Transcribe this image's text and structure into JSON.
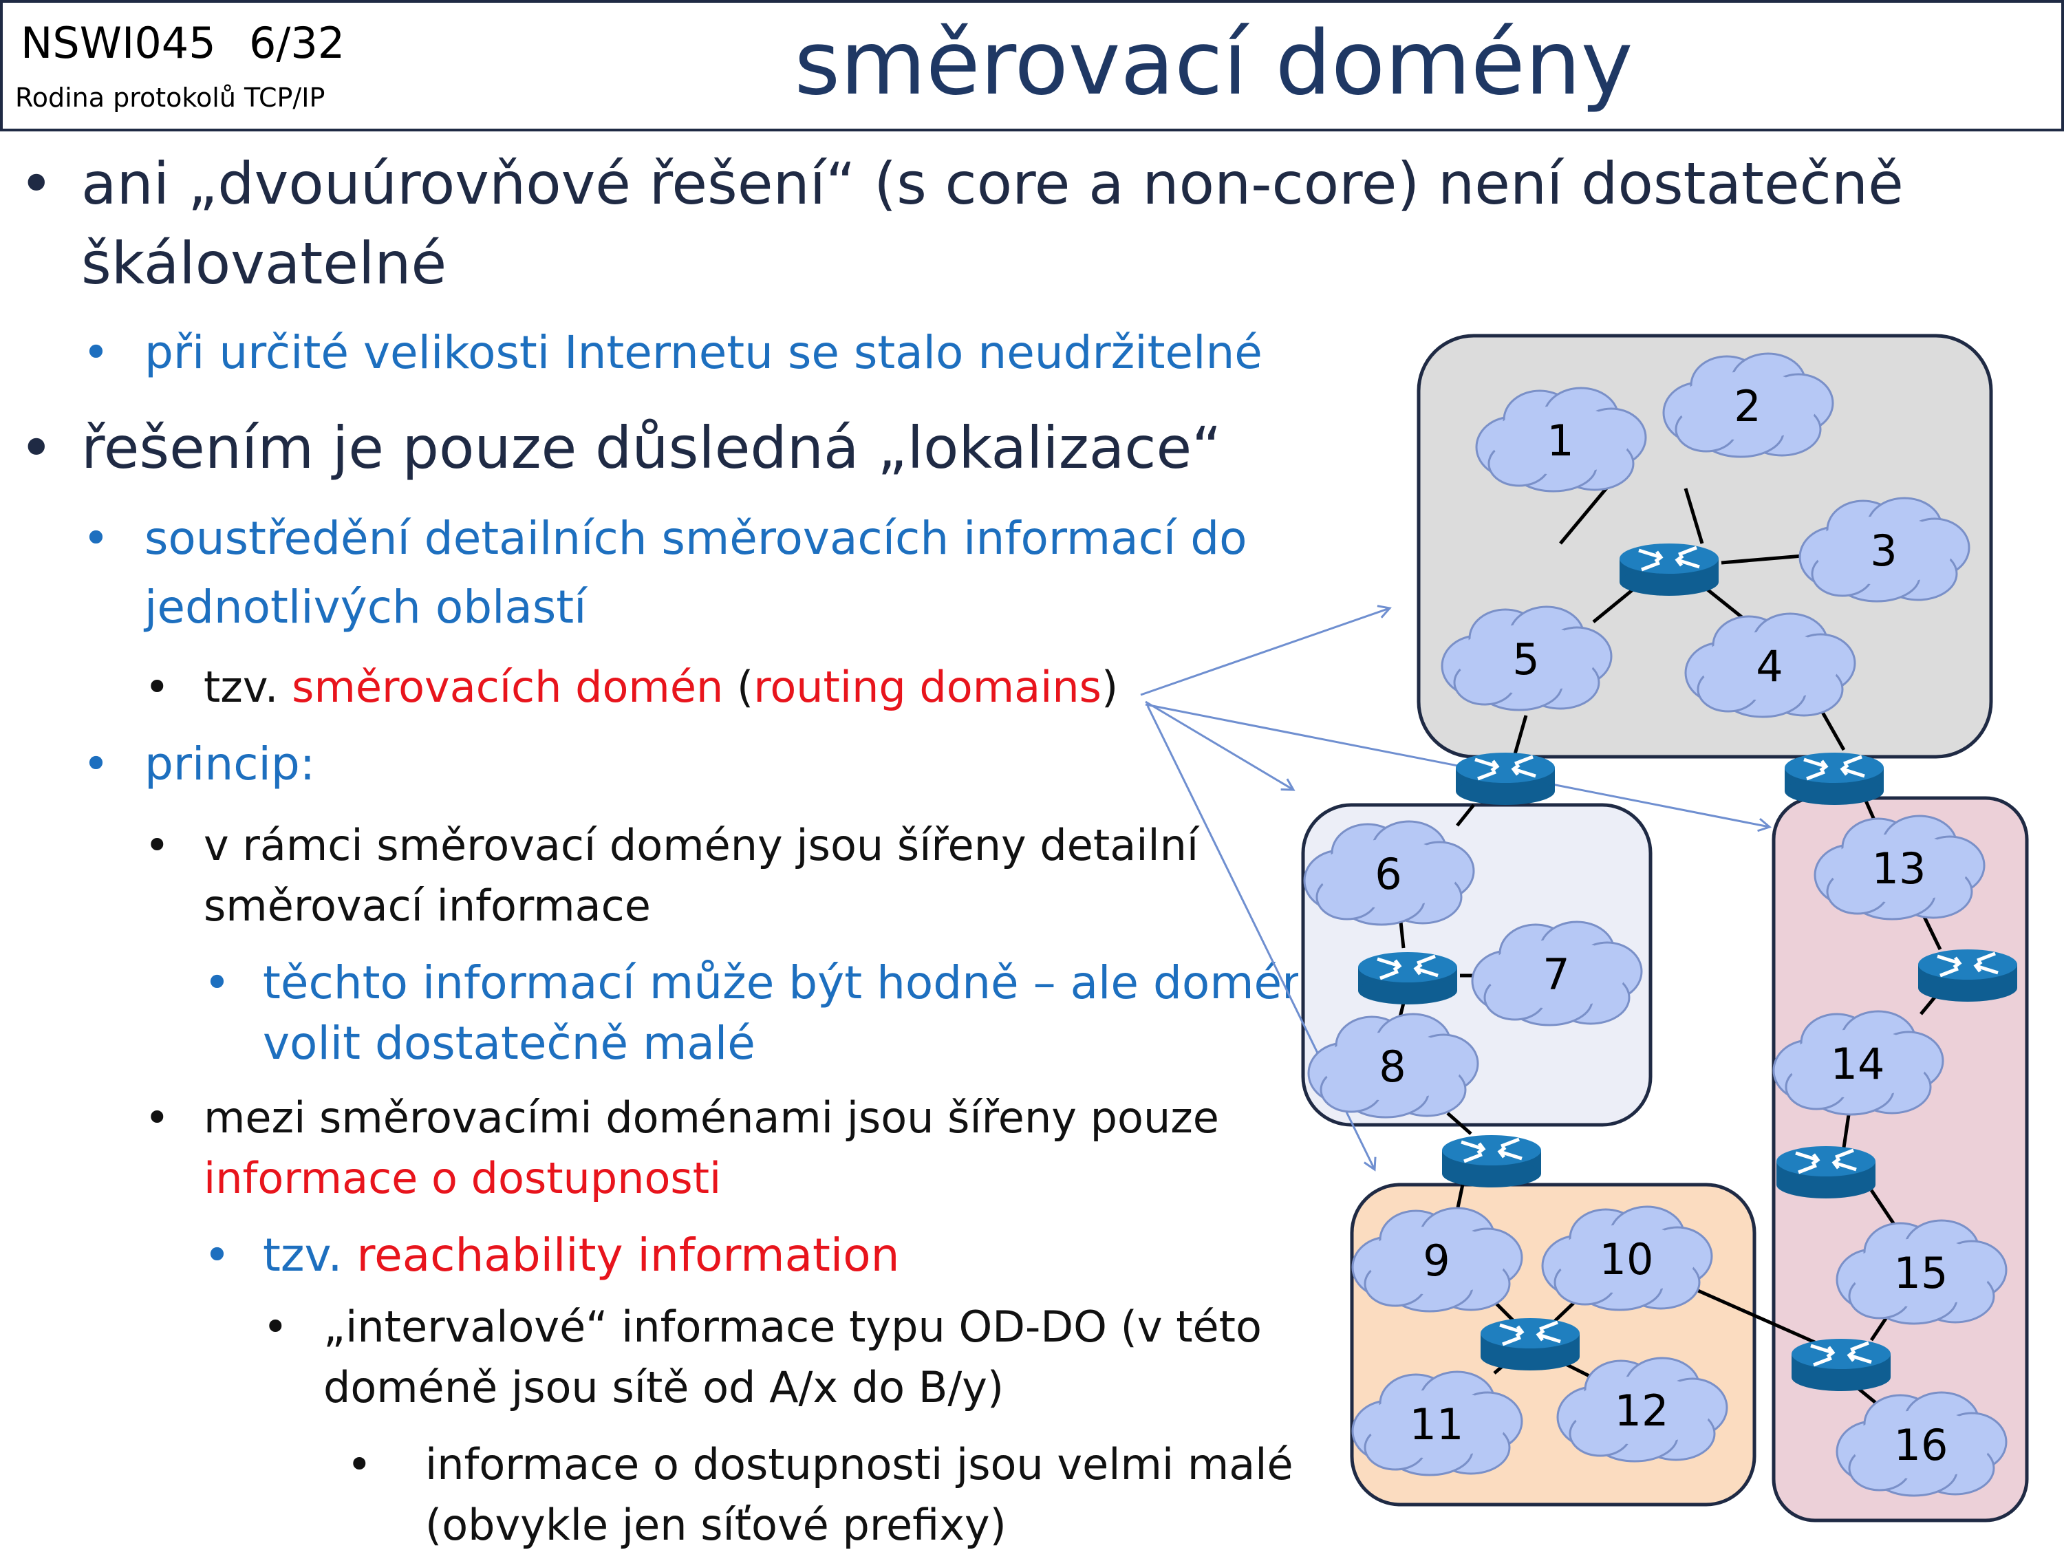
{
  "header": {
    "course_code": "NSWI045",
    "slide_number": "6/32",
    "course_subtitle": "Rodina protokolů TCP/IP",
    "title": "směrovací domény"
  },
  "content": {
    "bullet_1_line1": "ani „dvouúrovňové řešení“ (s core a non-core) není dostatečně",
    "bullet_1_line2": "škálovatelné",
    "bullet_1_sub": "při určité velikosti Internetu se stalo neudržitelné",
    "bullet_2": "řešením je pouze důsledná „lokalizace“",
    "bullet_2a_line1": "soustředění detailních směrovacích informací do",
    "bullet_2a_line2": "jednotlivých oblastí",
    "tzv_prefix": "tzv. ",
    "tzv_term": "směrovacích domén",
    "tzv_open": " (",
    "tzv_term_en": "routing domains",
    "tzv_close": ")",
    "princip": "princip:",
    "within_line1": "v rámci směrovací domény jsou šířeny detailní",
    "within_line2": "směrovací informace",
    "many_line1": "těchto informací může být hodně – ale domény lze",
    "many_line2": "volit dostatečně malé",
    "between_line1": "mezi směrovacími doménami jsou šířeny pouze",
    "between_line2": "informace o dostupnosti",
    "reach_prefix": "tzv. ",
    "reach_term": "reachability information",
    "interval_line1": "„intervalové“ informace typu OD-DO (v této",
    "interval_line2": "doméně jsou sítě od A/x do B/y)",
    "small_line1": "informace o dostupnosti jsou velmi malé",
    "small_line2": "(obvykle jen síťové prefixy)"
  },
  "diagram": {
    "networks": [
      "1",
      "2",
      "3",
      "4",
      "5",
      "6",
      "7",
      "8",
      "9",
      "10",
      "11",
      "12",
      "13",
      "14",
      "15",
      "16"
    ],
    "colors": {
      "domain_gray": "#dcdcdc",
      "domain_lavender": "#eceef7",
      "domain_peach": "#fbdcc0",
      "domain_pink": "#ecd0d8",
      "cloud": "#b6c8f5",
      "arrow": "#6f8fd0",
      "router": "#1f7fbf"
    },
    "icon": "router-icon"
  }
}
